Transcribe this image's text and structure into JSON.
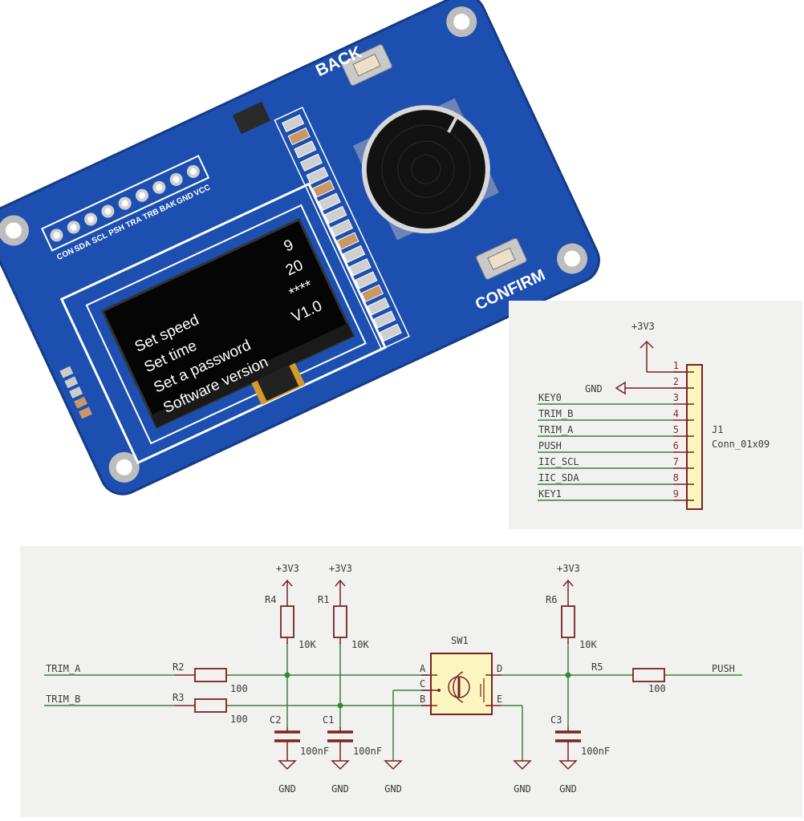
{
  "pcb": {
    "board_color": "#1a4fb3",
    "pin_labels": [
      "CON",
      "SDA",
      "SCL",
      "PSH",
      "TRA",
      "TRB",
      "BAK",
      "GND",
      "VCC"
    ],
    "back_label": "BACK",
    "confirm_label": "CONFIRM",
    "oled": {
      "menu": [
        {
          "label": "Set speed",
          "value": "9"
        },
        {
          "label": "Set time",
          "value": "20"
        },
        {
          "label": "Set a password",
          "value": "****"
        },
        {
          "label": "Software version",
          "value": "V1.0"
        }
      ]
    }
  },
  "connector_schematic": {
    "power_label": "+3V3",
    "gnd_label": "GND",
    "ref": "J1",
    "part": "Conn_01x09",
    "pins": [
      {
        "num": "1",
        "net": ""
      },
      {
        "num": "2",
        "net": ""
      },
      {
        "num": "3",
        "net": "KEY0"
      },
      {
        "num": "4",
        "net": "TRIM_B"
      },
      {
        "num": "5",
        "net": "TRIM_A"
      },
      {
        "num": "6",
        "net": "PUSH"
      },
      {
        "num": "7",
        "net": "IIC_SCL"
      },
      {
        "num": "8",
        "net": "IIC_SDA"
      },
      {
        "num": "9",
        "net": "KEY1"
      }
    ]
  },
  "circuit_schematic": {
    "nets": {
      "trim_a": "TRIM_A",
      "trim_b": "TRIM_B",
      "push": "PUSH"
    },
    "power": "+3V3",
    "gnd": "GND",
    "resistors": {
      "R2": {
        "ref": "R2",
        "value": "100"
      },
      "R3": {
        "ref": "R3",
        "value": "100"
      },
      "R4": {
        "ref": "R4",
        "value": "10K"
      },
      "R1": {
        "ref": "R1",
        "value": "10K"
      },
      "R6": {
        "ref": "R6",
        "value": "10K"
      },
      "R5": {
        "ref": "R5",
        "value": "100"
      }
    },
    "capacitors": {
      "C2": {
        "ref": "C2",
        "value": "100nF"
      },
      "C1": {
        "ref": "C1",
        "value": "100nF"
      },
      "C3": {
        "ref": "C3",
        "value": "100nF"
      }
    },
    "switch": {
      "ref": "SW1",
      "pins": {
        "A": "A",
        "B": "B",
        "C": "C",
        "D": "D",
        "E": "E"
      }
    }
  },
  "colors": {
    "wire": "#3f7f3f",
    "component": "#7a2222",
    "symbol_fill": "#fbf5c0",
    "junction": "#2e8b2e"
  }
}
